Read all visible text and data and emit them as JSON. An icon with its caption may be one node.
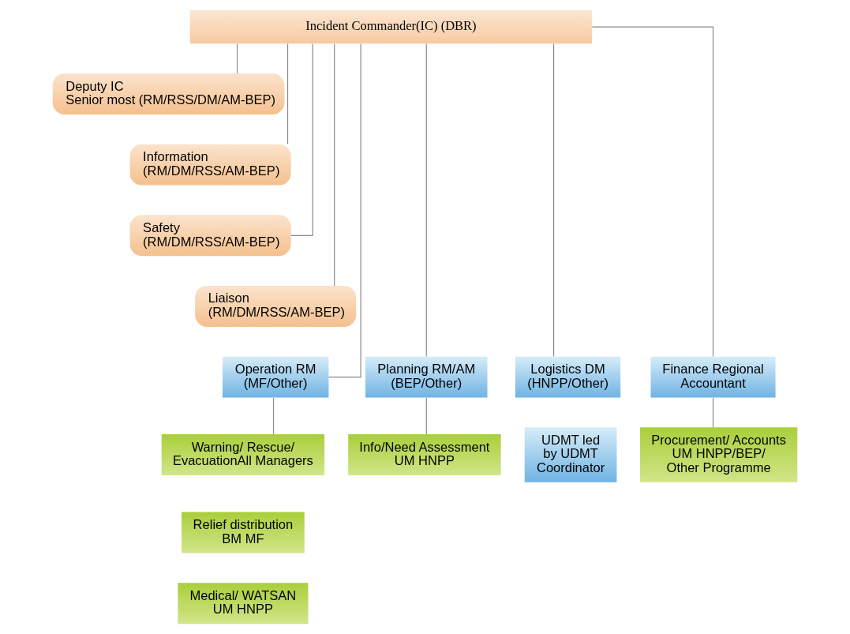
{
  "diagram": {
    "nodes": [
      {
        "text": [
          "Incident Commander(IC) (DBR)"
        ]
      },
      {
        "text": [
          "Deputy IC",
          "Senior most (RM/RSS/DM/AM-BEP)"
        ]
      },
      {
        "text": [
          "Information",
          "(RM/DM/RSS/AM-BEP)"
        ]
      },
      {
        "text": [
          "Safety",
          "(RM/DM/RSS/AM-BEP)"
        ]
      },
      {
        "text": [
          "Liaison",
          "(RM/DM/RSS/AM-BEP)"
        ]
      },
      {
        "text": [
          "Planning RM/AM (BEP/Other)"
        ]
      },
      {
        "text": [
          "Operation RM (MF/Other)"
        ]
      },
      {
        "text": [
          "Logistics DM (HNPP/Other)"
        ]
      },
      {
        "text": [
          "Finance Regional Accountant"
        ]
      },
      {
        "text": [
          "Info/Need Assessment UM HNPP"
        ]
      },
      {
        "text": [
          "Warning/ Rescue/ EvacuationAll Managers"
        ]
      },
      {
        "text": [
          "Relief distribution BM MF"
        ]
      },
      {
        "text": [
          "Medical/ WATSAN UM HNPP"
        ]
      },
      {
        "text": [
          "Procurement/ Accounts UM HNPP/BEP/ Other Programme"
        ]
      },
      {
        "text": [
          "UDMT led by UDMT Coordinator"
        ]
      }
    ],
    "edges": [
      {
        "from": 0,
        "to": 1,
        "arrow": "none"
      },
      {
        "from": 0,
        "to": 2,
        "arrow": "none"
      },
      {
        "from": 0,
        "to": 3,
        "arrow": "none"
      },
      {
        "from": 0,
        "to": 4,
        "arrow": "none"
      },
      {
        "from": 0,
        "to": 5,
        "arrow": "none"
      },
      {
        "from": 0,
        "to": 6,
        "arrow": "none"
      },
      {
        "from": 0,
        "to": 7,
        "arrow": "none"
      },
      {
        "from": 0,
        "to": 8,
        "arrow": "none"
      },
      {
        "from": 5,
        "to": 9,
        "arrow": "none"
      },
      {
        "from": 6,
        "to": 10,
        "arrow": "none"
      },
      {
        "from": 8,
        "to": 13,
        "arrow": "none"
      }
    ]
  }
}
